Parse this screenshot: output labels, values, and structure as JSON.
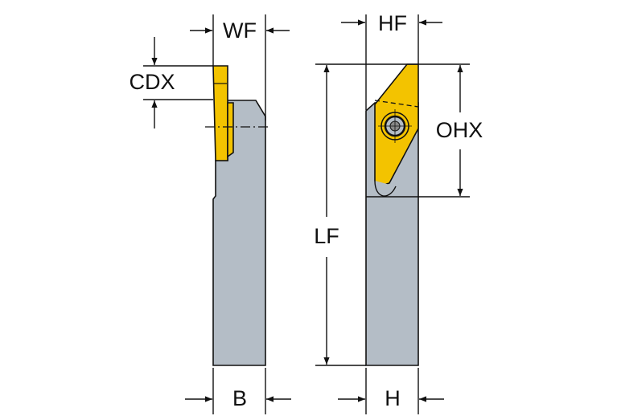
{
  "colors": {
    "holder": "#b4bdc6",
    "insert": "#f3c300",
    "line": "#111111"
  },
  "labels": {
    "wf": "WF",
    "cdx": "CDX",
    "b": "B",
    "hf": "HF",
    "ohx": "OHX",
    "lf": "LF",
    "h": "H"
  }
}
